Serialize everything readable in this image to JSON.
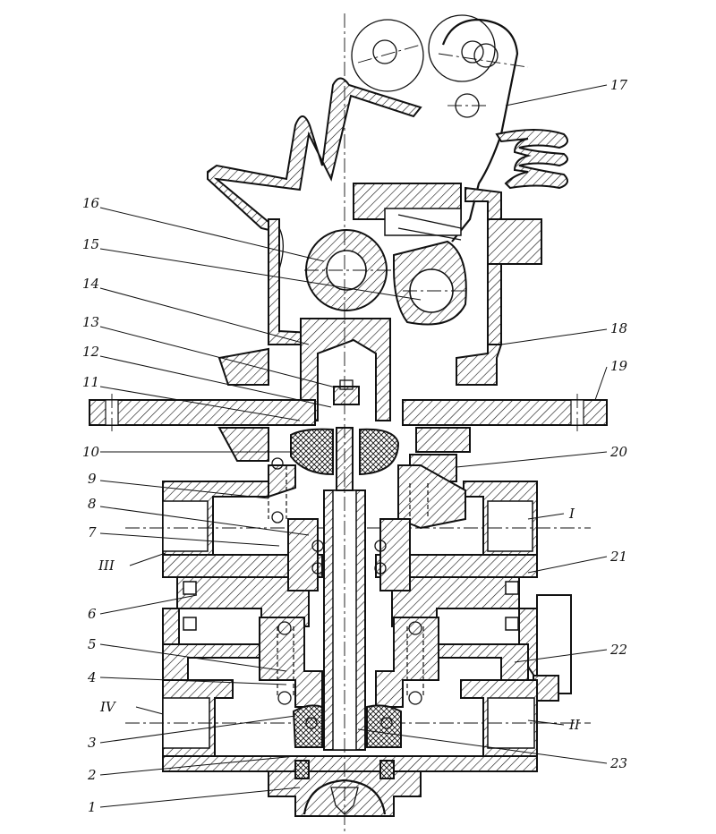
{
  "figure": {
    "part_labels": {
      "n1": "1",
      "n2": "2",
      "n3": "3",
      "n4": "4",
      "n5": "5",
      "n6": "6",
      "n7": "7",
      "n8": "8",
      "n9": "9",
      "n10": "10",
      "n11": "11",
      "n12": "12",
      "n13": "13",
      "n14": "14",
      "n15": "15",
      "n16": "16",
      "n17": "17",
      "n18": "18",
      "n19": "19",
      "n20": "20",
      "n21": "21",
      "n22": "22",
      "n23": "23"
    },
    "port_labels": {
      "p1": "I",
      "p2": "II",
      "p3": "III",
      "p4": "IV"
    }
  }
}
